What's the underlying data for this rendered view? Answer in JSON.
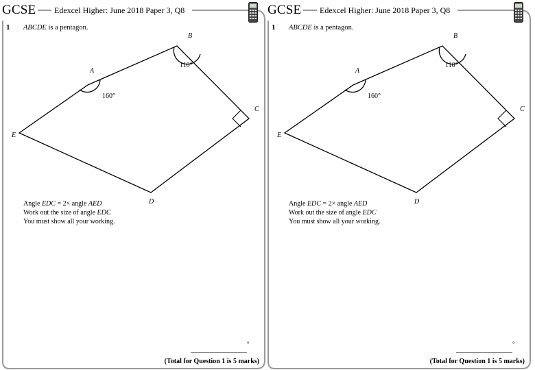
{
  "header": {
    "brand": "GCSE",
    "subtitle": "Edexcel Higher: June 2018 Paper 3, Q8",
    "calculator_icon": "calculator-icon"
  },
  "question": {
    "number": "1",
    "stem_italic": "ABCDE",
    "stem_rest": " is a pentagon.",
    "vertices": {
      "A": "A",
      "B": "B",
      "C": "C",
      "D": "D",
      "E": "E"
    },
    "angle_A": "160°",
    "angle_B": "110°",
    "instr_1_prefix": "Angle ",
    "instr_1_edc": "EDC",
    "instr_1_mid": " = 2× angle ",
    "instr_1_aed": "AED",
    "instr_2_prefix": "Work out the size of angle ",
    "instr_2_edc": "EDC",
    "instr_3": "You must show all your working.",
    "answer_unit": "°",
    "total": "(Total for Question 1 is 5 marks)"
  },
  "colors": {
    "frame": "#9a9a9a",
    "ink": "#000000"
  }
}
